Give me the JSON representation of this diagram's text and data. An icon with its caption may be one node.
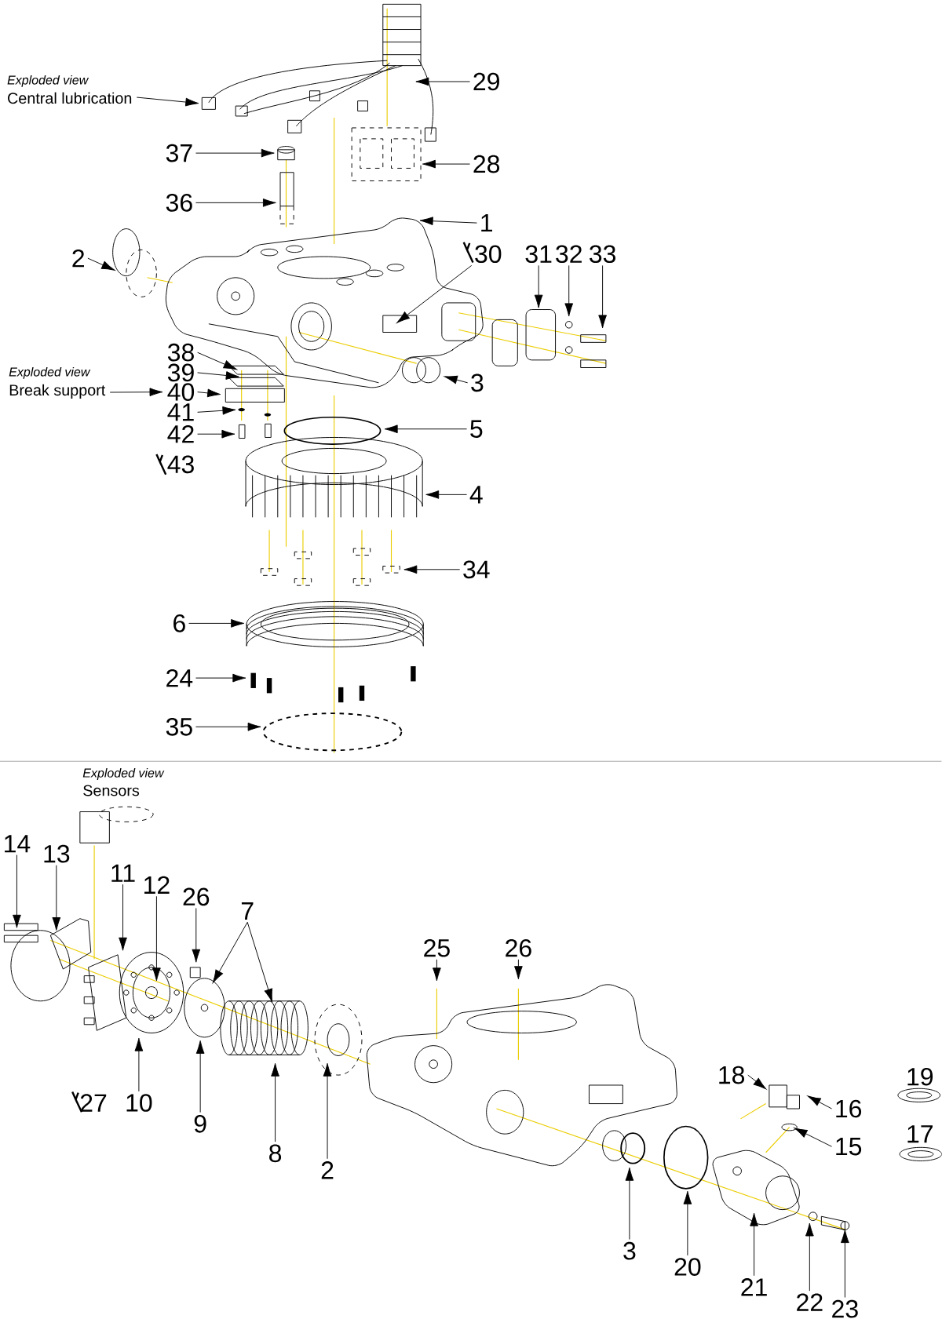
{
  "diagram": {
    "nodes": [
      {
        "text": [
          "Exploded view",
          "Central lubrication"
        ]
      },
      {
        "text": [
          "29"
        ]
      },
      {
        "text": [
          "37"
        ]
      },
      {
        "text": [
          "28"
        ]
      },
      {
        "text": [
          "36"
        ]
      },
      {
        "text": [
          "1"
        ]
      },
      {
        "text": [
          "2"
        ]
      },
      {
        "text": [
          "30"
        ]
      },
      {
        "text": [
          "31"
        ]
      },
      {
        "text": [
          "32"
        ]
      },
      {
        "text": [
          "33"
        ]
      },
      {
        "text": [
          "38"
        ]
      },
      {
        "text": [
          "Exploded view",
          "Break support"
        ]
      },
      {
        "text": [
          "39"
        ]
      },
      {
        "text": [
          "3"
        ]
      },
      {
        "text": [
          "40"
        ]
      },
      {
        "text": [
          "41"
        ]
      },
      {
        "text": [
          "42"
        ]
      },
      {
        "text": [
          "5"
        ]
      },
      {
        "text": [
          "4"
        ]
      },
      {
        "text": [
          "34"
        ]
      },
      {
        "text": [
          "6"
        ]
      },
      {
        "text": [
          "24"
        ]
      },
      {
        "text": [
          "35"
        ]
      },
      {
        "text": [
          "14"
        ]
      },
      {
        "text": [
          "13"
        ]
      },
      {
        "text": [
          "11"
        ]
      },
      {
        "text": [
          "12"
        ]
      },
      {
        "text": [
          "26"
        ]
      },
      {
        "text": [
          "7"
        ]
      },
      {
        "text": [
          "25"
        ]
      },
      {
        "text": [
          "26"
        ]
      },
      {
        "text": [
          "18"
        ]
      },
      {
        "text": [
          "10"
        ]
      },
      {
        "text": [
          "16"
        ]
      },
      {
        "text": [
          "9"
        ]
      },
      {
        "text": [
          "15"
        ]
      },
      {
        "text": [
          "8"
        ]
      },
      {
        "text": [
          "2"
        ]
      },
      {
        "text": [
          "3"
        ]
      },
      {
        "text": [
          "20"
        ]
      },
      {
        "text": [
          "21"
        ]
      },
      {
        "text": [
          "22"
        ]
      },
      {
        "text": [
          "23"
        ]
      }
    ],
    "edges": [
      {
        "from": 0,
        "to": null,
        "arrow": "to"
      },
      {
        "from": 1,
        "to": null,
        "arrow": "to"
      },
      {
        "from": 2,
        "to": null,
        "arrow": "to"
      },
      {
        "from": 3,
        "to": null,
        "arrow": "to"
      },
      {
        "from": 4,
        "to": null,
        "arrow": "to"
      },
      {
        "from": 5,
        "to": null,
        "arrow": "to"
      },
      {
        "from": 6,
        "to": null,
        "arrow": "to"
      },
      {
        "from": 7,
        "to": null,
        "arrow": "to"
      },
      {
        "from": 8,
        "to": null,
        "arrow": "to"
      },
      {
        "from": 9,
        "to": null,
        "arrow": "to"
      },
      {
        "from": 10,
        "to": null,
        "arrow": "to"
      },
      {
        "from": 11,
        "to": null,
        "arrow": "to"
      },
      {
        "from": 12,
        "to": 15,
        "arrow": "to"
      },
      {
        "from": 13,
        "to": null,
        "arrow": "to"
      },
      {
        "from": 14,
        "to": null,
        "arrow": "to"
      },
      {
        "from": 15,
        "to": null,
        "arrow": "to"
      },
      {
        "from": 16,
        "to": null,
        "arrow": "to"
      },
      {
        "from": 17,
        "to": null,
        "arrow": "to"
      },
      {
        "from": 18,
        "to": null,
        "arrow": "to"
      },
      {
        "from": 19,
        "to": null,
        "arrow": "to"
      },
      {
        "from": 20,
        "to": null,
        "arrow": "to"
      },
      {
        "from": 21,
        "to": null,
        "arrow": "to"
      },
      {
        "from": 22,
        "to": null,
        "arrow": "to"
      },
      {
        "from": 23,
        "to": null,
        "arrow": "to"
      },
      {
        "from": 24,
        "to": null,
        "arrow": "to"
      },
      {
        "from": 25,
        "to": null,
        "arrow": "to"
      },
      {
        "from": 26,
        "to": null,
        "arrow": "to"
      },
      {
        "from": 27,
        "to": null,
        "arrow": "to"
      },
      {
        "from": 28,
        "to": null,
        "arrow": "to"
      },
      {
        "from": 29,
        "to": null,
        "arrow": "to"
      },
      {
        "from": 29,
        "to": null,
        "arrow": "to"
      },
      {
        "from": 30,
        "to": null,
        "arrow": "to"
      },
      {
        "from": 31,
        "to": null,
        "arrow": "to"
      },
      {
        "from": 32,
        "to": null,
        "arrow": "to"
      },
      {
        "from": 33,
        "to": null,
        "arrow": "to"
      },
      {
        "from": 34,
        "to": null,
        "arrow": "to"
      },
      {
        "from": 35,
        "to": null,
        "arrow": "to"
      },
      {
        "from": 36,
        "to": null,
        "arrow": "to"
      },
      {
        "from": 37,
        "to": null,
        "arrow": "to"
      },
      {
        "from": 38,
        "to": null,
        "arrow": "to"
      },
      {
        "from": 39,
        "to": null,
        "arrow": "to"
      },
      {
        "from": 40,
        "to": null,
        "arrow": "to"
      },
      {
        "from": 41,
        "to": null,
        "arrow": "to"
      },
      {
        "from": 42,
        "to": null,
        "arrow": "to"
      },
      {
        "from": 43,
        "to": null,
        "arrow": "to"
      }
    ],
    "labels": [
      "43",
      "Exploded view",
      "Sensors",
      "19",
      "27",
      "17"
    ]
  }
}
